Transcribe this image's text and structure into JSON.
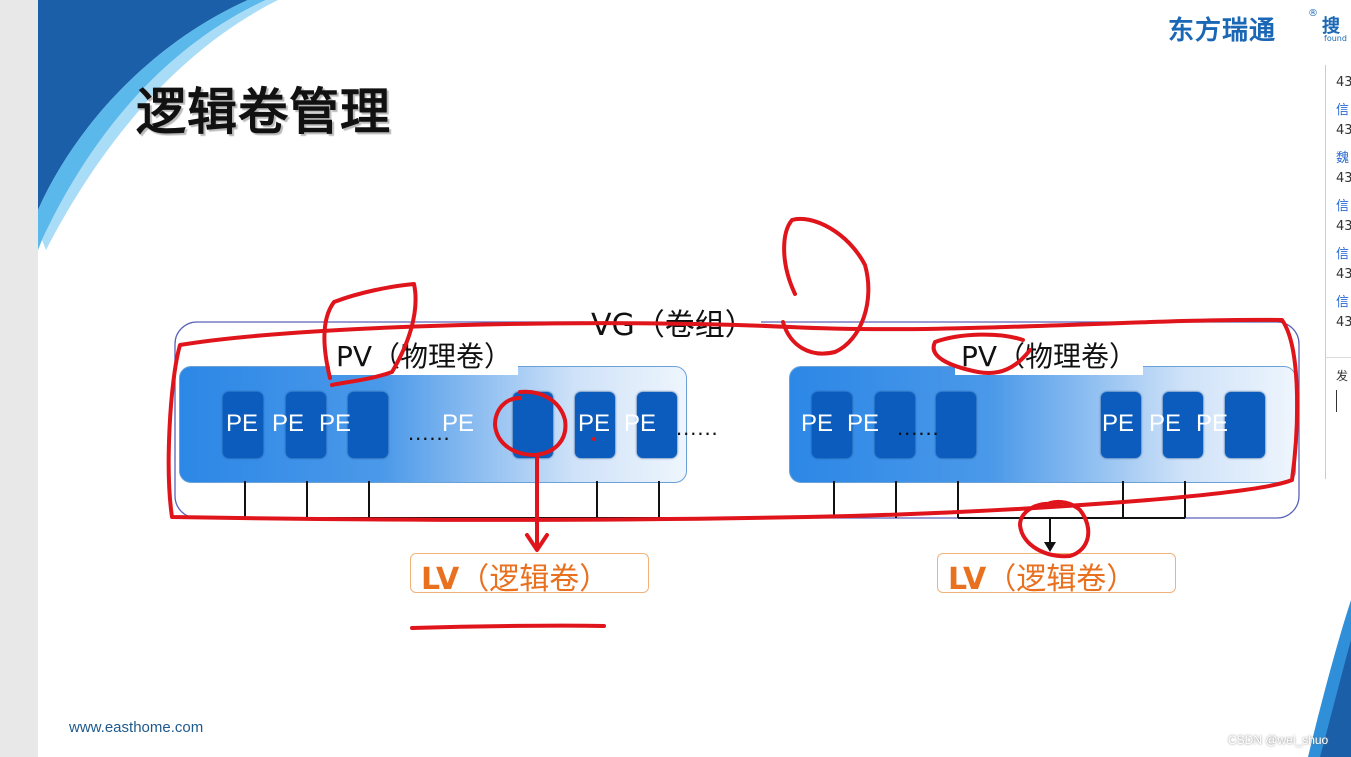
{
  "slide": {
    "title": "逻辑卷管理",
    "logo_text": "东方瑞通",
    "logo_reg": "®",
    "logo_side": "搜",
    "logo_side_sub": "found",
    "footer_url": "www.easthome.com"
  },
  "diagram": {
    "vg_label": "VG（卷组）",
    "pv_left_label": "PV（物理卷）",
    "pv_right_label": "PV（物理卷）",
    "pe_label": "PE",
    "dots": "......",
    "lv_left": {
      "bold": "LV",
      "rest": "（逻辑卷）"
    },
    "lv_right": {
      "bold": "LV",
      "rest": "（逻辑卷）"
    }
  },
  "side_panel": {
    "rows": [
      "43",
      "信",
      "43",
      "魏",
      "43",
      "信",
      "43",
      "信",
      "43",
      "信",
      "43"
    ],
    "send_label": "发"
  },
  "watermark": "CSDN @wei_shuo",
  "colors": {
    "pe": "#0b5cbd",
    "annotation": "#e0141b",
    "lv_text": "#e8701f"
  }
}
